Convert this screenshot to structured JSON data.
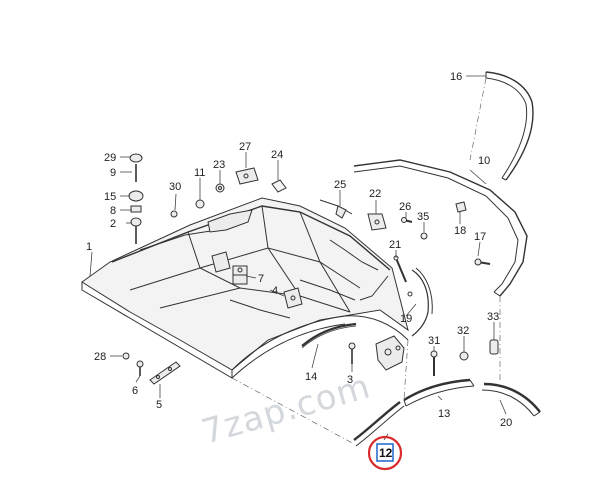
{
  "watermark": "7zap.com",
  "selected_part": "12",
  "colors": {
    "line": "#333333",
    "part_fill": "#ececec",
    "soft_fill": "#f4f4f4",
    "leader": "#444444",
    "highlight_ring": "#d92b2b",
    "highlight_box": "#2a6fd1"
  },
  "callouts": [
    {
      "id": "c1",
      "text": "1"
    },
    {
      "id": "c2",
      "text": "2"
    },
    {
      "id": "c3",
      "text": "3"
    },
    {
      "id": "c4",
      "text": "4"
    },
    {
      "id": "c5",
      "text": "5"
    },
    {
      "id": "c6",
      "text": "6"
    },
    {
      "id": "c7",
      "text": "7"
    },
    {
      "id": "c8",
      "text": "8"
    },
    {
      "id": "c9",
      "text": "9"
    },
    {
      "id": "c10",
      "text": "10"
    },
    {
      "id": "c11",
      "text": "11"
    },
    {
      "id": "c12",
      "text": "12"
    },
    {
      "id": "c13",
      "text": "13"
    },
    {
      "id": "c14",
      "text": "14"
    },
    {
      "id": "c15",
      "text": "15"
    },
    {
      "id": "c16",
      "text": "16"
    },
    {
      "id": "c17",
      "text": "17"
    },
    {
      "id": "c18",
      "text": "18"
    },
    {
      "id": "c19",
      "text": "19"
    },
    {
      "id": "c20",
      "text": "20"
    },
    {
      "id": "c21",
      "text": "21"
    },
    {
      "id": "c22",
      "text": "22"
    },
    {
      "id": "c23",
      "text": "23"
    },
    {
      "id": "c24",
      "text": "24"
    },
    {
      "id": "c25",
      "text": "25"
    },
    {
      "id": "c26",
      "text": "26"
    },
    {
      "id": "c27",
      "text": "27"
    },
    {
      "id": "c28",
      "text": "28"
    },
    {
      "id": "c29",
      "text": "29"
    },
    {
      "id": "c30",
      "text": "30"
    },
    {
      "id": "c31",
      "text": "31"
    },
    {
      "id": "c32",
      "text": "32"
    },
    {
      "id": "c33",
      "text": "33"
    },
    {
      "id": "c35",
      "text": "35"
    }
  ]
}
